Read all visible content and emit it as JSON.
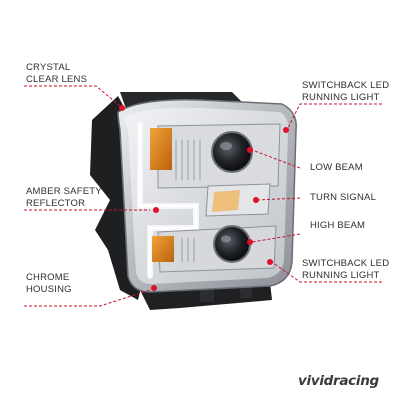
{
  "callouts": {
    "crystal_clear_lens": [
      "CRYSTAL",
      "CLEAR LENS"
    ],
    "amber_safety_reflector": [
      "AMBER SAFETY",
      "REFLECTOR"
    ],
    "chrome_housing": [
      "CHROME",
      "HOUSING"
    ],
    "switchback_led_top": [
      "SWITCHBACK LED",
      "RUNNING LIGHT"
    ],
    "low_beam": [
      "LOW BEAM"
    ],
    "turn_signal": [
      "TURN SIGNAL"
    ],
    "high_beam": [
      "HIGH BEAM"
    ],
    "switchback_led_bottom": [
      "SWITCHBACK LED",
      "RUNNING LIGHT"
    ]
  },
  "brand": {
    "logo_text": "vividracing"
  },
  "colors": {
    "callout_line": "#c8102e",
    "callout_dot": "#e0102a",
    "housing_dark": "#1e1f21",
    "chrome": "#cfd2d6",
    "amber": "#e38a1a",
    "led_glow": "#ffd5da"
  }
}
